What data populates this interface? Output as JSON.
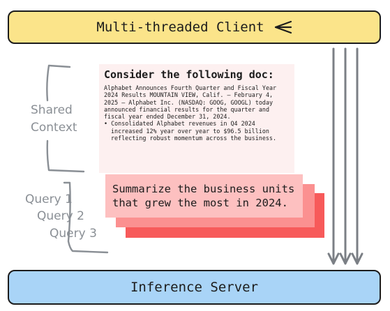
{
  "client": {
    "label": "Multi-threaded Client",
    "icon": "fan-out-icon"
  },
  "server": {
    "label": "Inference Server"
  },
  "shared_context": {
    "line1": "Shared",
    "line2": "Context"
  },
  "document": {
    "title": "Consider the following doc:",
    "body": "Alphabet Announces Fourth Quarter and Fiscal Year 2024 Results MOUNTAIN VIEW, Calif. – February 4, 2025 – Alphabet Inc. (NASDAQ: GOOG, GOOGL) today announced financial results for the quarter and fiscal year ended December 31, 2024.",
    "bullet": "• Consolidated Alphabet revenues in Q4 2024 increased 12% year over year to $96.5 billion reflecting robust momentum across the business."
  },
  "queries": {
    "labels": [
      "Query 1",
      "Query 2",
      "Query 3"
    ],
    "front_text": "Summarize the business units that grew the most in 2024.",
    "colors": [
      "#fdc0c0",
      "#fb9090",
      "#f75a5a"
    ]
  },
  "colors": {
    "client_bg": "#fbe48a",
    "server_bg": "#a9d4f7",
    "doc_bg": "#fdf0f0",
    "annotation_gray": "#8a8f95",
    "arrow_gray": "#7b7f85"
  }
}
